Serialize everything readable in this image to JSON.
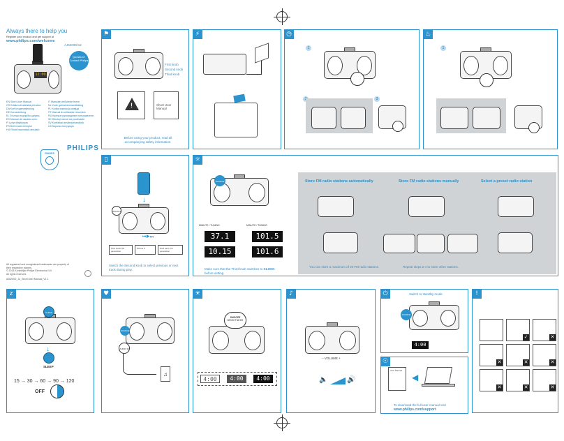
{
  "cover": {
    "heading": "Always there to help you",
    "subline": "Register your product and get support at",
    "url": "www.philips.com/welcome",
    "model": "AJ6200D/12",
    "question_badge": "Question? Contact Philips",
    "brand": "PHILIPS",
    "languages_left": [
      "EN   Short User Manual",
      "CS   Krátká uživatelská příručka",
      "DA   Kort brugervejledning",
      "DE   Kurzanleitung",
      "EL   Σύντομο εγχειρίδιο χρήσης",
      "ES   Manual de usuario corto",
      "FI   Lyhyt käyttöopas",
      "FR   Bref mode d'emploi",
      "HU   Rövid használati útmutató"
    ],
    "languages_right": [
      "IT   Manuale dell'utente breve",
      "NL   Korte gebruikershandleiding",
      "PL   Krótka instrukcja obsługi",
      "PT   Manual do utilizador resumido",
      "RU   Краткое руководство пользователя",
      "SK   Stručný návod na používanie",
      "SV   Kortfattad användarhandbok",
      "UK   Коротка інструкція"
    ],
    "legal_lines": [
      "All registered and unregistered trademarks are property of",
      "their respective owners.",
      "© 2013 Koninklijke Philips Electronics N.V.",
      "All rights reserved.",
      "AJ6200D_12_Short User Manual_V1.1"
    ]
  },
  "panel_safety": {
    "caption": "Before using your product, read all accompanying safety information.",
    "booklet_label": "Short User Manual"
  },
  "panel_power": {
    "labels": [
      "First knob",
      "Second knob",
      "Third knob"
    ]
  },
  "panel_dock": {
    "caption": "Switch the Second knob to select previous or next track during play.",
    "source_label": "SOURCE",
    "devices": [
      "iPod touch 5th generation",
      "iPhone 5",
      "iPod nano 7th generation"
    ]
  },
  "panel_clock": {
    "source_label": "SOURCE",
    "minutes_label": "MINUTE",
    "tuning_label": "TUNING",
    "lcd_values": [
      "37.1",
      "101.5",
      "10.15",
      "101.6"
    ],
    "caption_prefix": "Make sure that the Third knob switches to ",
    "caption_bold": "CLOCK",
    "caption_suffix": " before setting."
  },
  "panel_radio": {
    "heading_auto": "Store FM radio stations automatically",
    "heading_manual": "Store FM radio stations manually",
    "heading_preset": "Select a preset radio station",
    "caption_auto": "You can store a maximum of 20 FM radio stations.",
    "caption_manual": "Repeat steps 2-4 to store other stations."
  },
  "panel_sleep": {
    "sleep_label": "SLEEP",
    "sleep_button": "SLEEP",
    "sequence": [
      "15",
      "30",
      "60",
      "90",
      "120"
    ],
    "off_label": "OFF"
  },
  "panel_audio": {
    "source_label": "SOURCE",
    "audio_in_label": "AUDIO IN"
  },
  "panel_snooze": {
    "snooze_label": "SNOOZE",
    "brightness_label": "BRIGHTNESS",
    "lcd_values": [
      "4:00",
      "4:00",
      "4:00"
    ]
  },
  "panel_volume": {
    "volume_label": "VOLUME"
  },
  "panel_standby": {
    "caption": "Switch to standby mode",
    "source_label": "SOURCE",
    "lcd_value": "4:00"
  },
  "panel_download": {
    "caption": "To download the full user manual visit",
    "url": "www.philips.com/support",
    "booklet_label": "User Manual"
  },
  "steps": [
    "1",
    "2",
    "3",
    "4"
  ],
  "colors": {
    "accent": "#2b93cd",
    "gray_panel": "#cfd3d6"
  }
}
